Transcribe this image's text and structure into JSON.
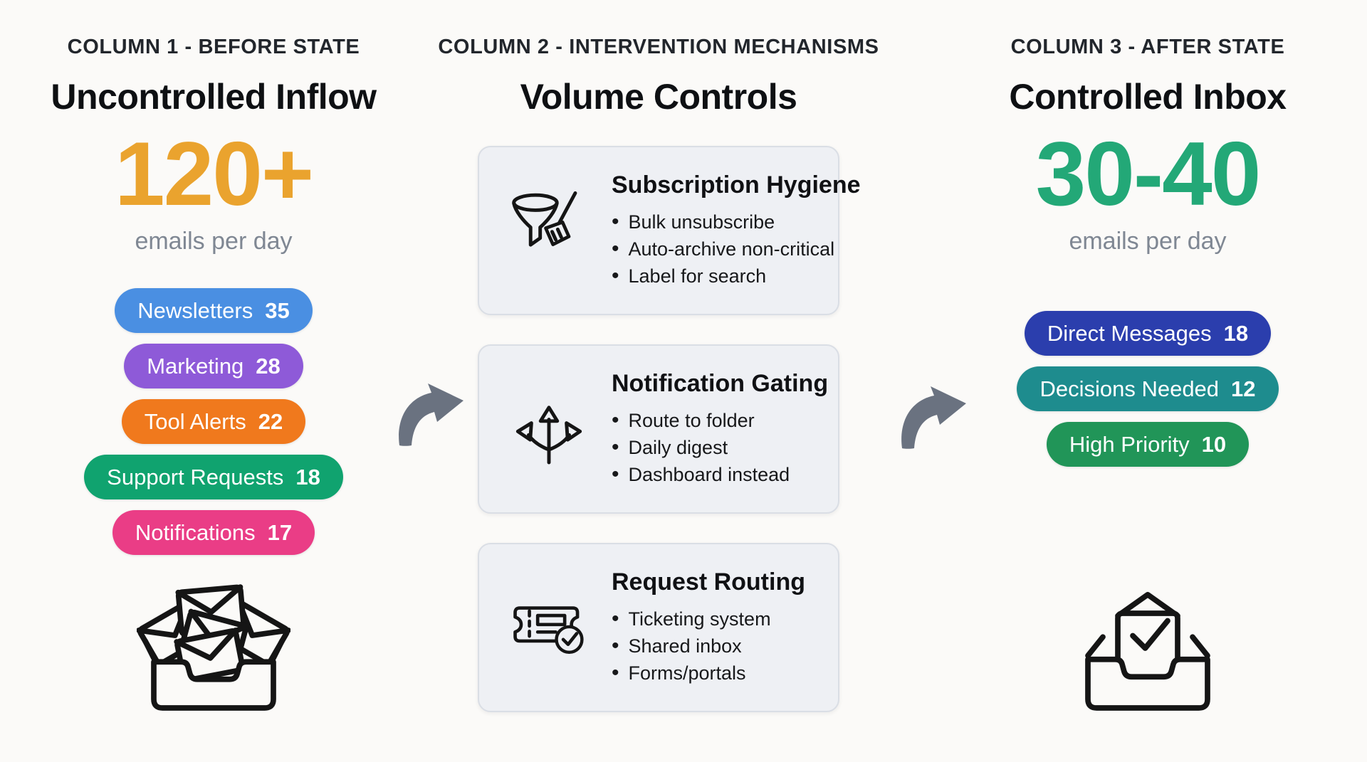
{
  "before": {
    "eyebrow": "COLUMN 1 - BEFORE STATE",
    "title": "Uncontrolled Inflow",
    "metric_value": "120+",
    "metric_color": "#EAA32E",
    "metric_caption": "emails per day",
    "pills": [
      {
        "label": "Newsletters",
        "count": "35",
        "color": "#4A8FE2"
      },
      {
        "label": "Marketing",
        "count": "28",
        "color": "#8E5AD8"
      },
      {
        "label": "Tool Alerts",
        "count": "22",
        "color": "#F0791D"
      },
      {
        "label": "Support Requests",
        "count": "18",
        "color": "#10A36F"
      },
      {
        "label": "Notifications",
        "count": "17",
        "color": "#EA3D86"
      }
    ],
    "icon": "overflowing-inbox"
  },
  "interventions": {
    "eyebrow": "COLUMN 2 - INTERVENTION MECHANISMS",
    "title": "Volume Controls",
    "card_background": "#EEF0F4",
    "cards": [
      {
        "icon": "funnel-broom-icon",
        "title": "Subscription Hygiene",
        "bullets": [
          "Bulk unsubscribe",
          "Auto-archive non-critical",
          "Label for search"
        ]
      },
      {
        "icon": "branching-arrows-icon",
        "title": "Notification Gating",
        "bullets": [
          "Route to folder",
          "Daily digest",
          "Dashboard instead"
        ]
      },
      {
        "icon": "ticket-check-icon",
        "title": "Request Routing",
        "bullets": [
          "Ticketing system",
          "Shared inbox",
          "Forms/portals"
        ]
      }
    ]
  },
  "after": {
    "eyebrow": "COLUMN 3 - AFTER STATE",
    "title": "Controlled Inbox",
    "metric_value": "30-40",
    "metric_color": "#23A877",
    "metric_caption": "emails per day",
    "pills": [
      {
        "label": "Direct Messages",
        "count": "18",
        "color": "#2B3EAD"
      },
      {
        "label": "Decisions Needed",
        "count": "12",
        "color": "#1E8C8E"
      },
      {
        "label": "High Priority",
        "count": "10",
        "color": "#219558"
      }
    ],
    "icon": "inbox-check"
  },
  "flow": {
    "arrow_color": "#6A7280"
  }
}
